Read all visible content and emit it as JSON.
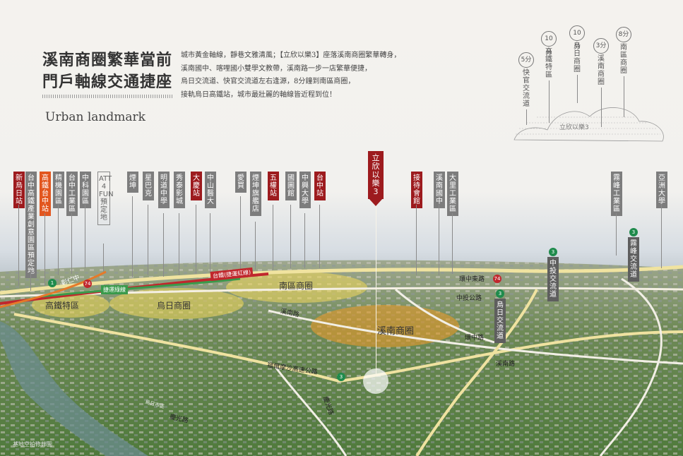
{
  "heading": {
    "title_line1": "溪南商圈繁華當前",
    "title_line2": "門戶軸線交通捷座",
    "subtitle": "Urban landmark",
    "intro": [
      "城市黃金軸線，靜巷文雅清風；【立欣以樂3】座落溪南商圈繁華轉身，",
      "溪南國中、喀哩國小雙學文教帶，溪南路一步一店繁華便捷，",
      "烏日交流道、快官交流道左右逢源，8分鐘到南區商圈，",
      "接軌烏日高鐵站，城市最壯麗的軸線皆近程到位！"
    ]
  },
  "time_callouts": {
    "cloud_label": "立欣以樂3",
    "items": [
      {
        "minutes": "5分",
        "place": "快官交流道"
      },
      {
        "minutes": "10分",
        "place": "高鐵特區"
      },
      {
        "minutes": "10分",
        "place": "烏日商圈"
      },
      {
        "minutes": "3分",
        "place": "溪南商圈"
      },
      {
        "minutes": "8分",
        "place": "南區商圈"
      }
    ]
  },
  "landmarks": [
    {
      "label": "新烏日站",
      "style": "red"
    },
    {
      "label": "台中高鐵產業創意園區預定地",
      "style": "gray"
    },
    {
      "label": "高鐵台中站",
      "style": "orange"
    },
    {
      "label": "精機園區",
      "style": "gray"
    },
    {
      "label": "台中工業區",
      "style": "gray"
    },
    {
      "label": "中科園區",
      "style": "gray"
    },
    {
      "label": "ATT 4 FUN預定地",
      "style": "outline"
    },
    {
      "label": "煙坤",
      "style": "gray"
    },
    {
      "label": "星巴克",
      "style": "gray"
    },
    {
      "label": "明道中學",
      "style": "gray"
    },
    {
      "label": "秀泰影城",
      "style": "gray"
    },
    {
      "label": "大慶站",
      "style": "red"
    },
    {
      "label": "中山醫大",
      "style": "gray"
    },
    {
      "label": "愛買",
      "style": "gray"
    },
    {
      "label": "煙坤旗艦店",
      "style": "gray"
    },
    {
      "label": "五權站",
      "style": "red"
    },
    {
      "label": "國圖館",
      "style": "gray"
    },
    {
      "label": "中興大學",
      "style": "gray"
    },
    {
      "label": "台中站",
      "style": "red"
    },
    {
      "label": "立欣以樂3",
      "style": "red"
    },
    {
      "label": "接待會館",
      "style": "red"
    },
    {
      "label": "溪南國中",
      "style": "gray"
    },
    {
      "label": "大里工業區",
      "style": "gray"
    },
    {
      "label": "霧峰工業區",
      "style": "gray"
    },
    {
      "label": "亞洲大學",
      "style": "gray"
    }
  ],
  "interchanges": [
    {
      "label": "中投交流道",
      "shield": "3"
    },
    {
      "label": "霧峰交流道",
      "shield": "3"
    },
    {
      "label": "烏日交流道",
      "shield": "3"
    }
  ],
  "zones": [
    "南區商圈",
    "高鐵特區",
    "烏日商圈",
    "溪南商圈"
  ],
  "roads": {
    "rail": "台鐵(捷運紅線)",
    "mrt": "捷運綠線",
    "zhongzhong": "彰仁中",
    "huanzhong_east": "環中東路",
    "zhongtou": "中投公路",
    "xinan1": "溪南路",
    "xinan2": "溪南路",
    "huanzhong": "環中路",
    "formosa": "福爾摩沙高速公路",
    "qingguang": "慶光路",
    "riverside": "烏日市區"
  },
  "shields": {
    "s1": "1",
    "s74a": "74",
    "s74b": "74",
    "s3": "3"
  },
  "caption": "基地空拍修飾圖",
  "colors": {
    "accent_red": "#9d1b1e",
    "accent_orange": "#e2561f",
    "tag_gray": "#7d7d7d",
    "zone_yellow": "#f2d85a",
    "zone_orange": "#e69a2a"
  }
}
